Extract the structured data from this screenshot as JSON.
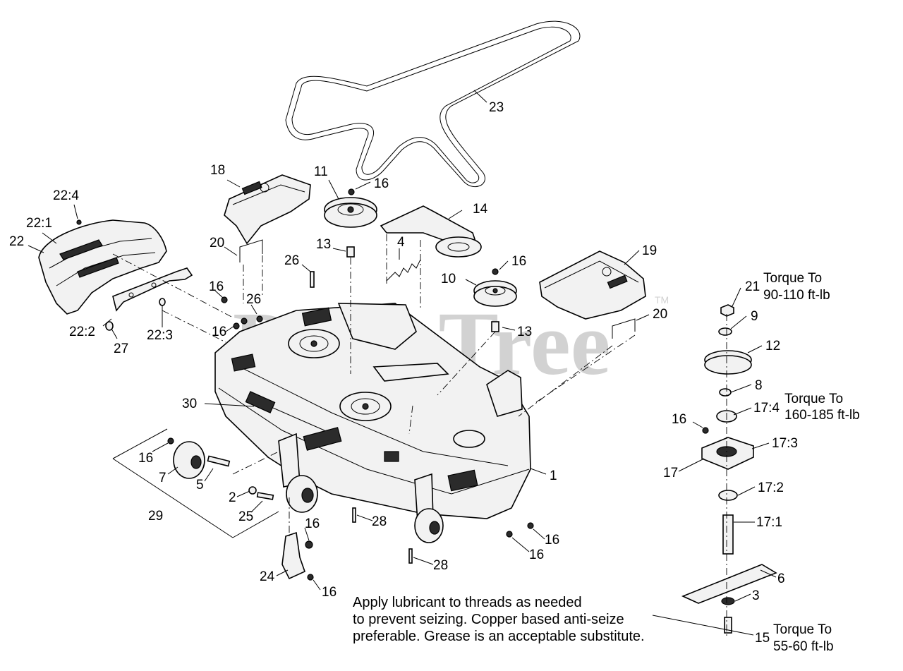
{
  "watermark": {
    "text": "PartsTree",
    "tm": "TM"
  },
  "callouts": [
    {
      "id": "c23",
      "text": "23"
    },
    {
      "id": "c18",
      "text": "18"
    },
    {
      "id": "c11",
      "text": "11"
    },
    {
      "id": "c16a",
      "text": "16"
    },
    {
      "id": "c14",
      "text": "14"
    },
    {
      "id": "c22_4",
      "text": "22:4"
    },
    {
      "id": "c22_1",
      "text": "22:1"
    },
    {
      "id": "c22",
      "text": "22"
    },
    {
      "id": "c20a",
      "text": "20"
    },
    {
      "id": "c13a",
      "text": "13"
    },
    {
      "id": "c4",
      "text": "4"
    },
    {
      "id": "c26a",
      "text": "26"
    },
    {
      "id": "c19",
      "text": "19"
    },
    {
      "id": "c16b",
      "text": "16"
    },
    {
      "id": "c10",
      "text": "10"
    },
    {
      "id": "c16c",
      "text": "16"
    },
    {
      "id": "c26b",
      "text": "26"
    },
    {
      "id": "c16d",
      "text": "16"
    },
    {
      "id": "c22_2",
      "text": "22:2"
    },
    {
      "id": "c27",
      "text": "27"
    },
    {
      "id": "c22_3",
      "text": "22:3"
    },
    {
      "id": "c13b",
      "text": "13"
    },
    {
      "id": "c20b",
      "text": "20"
    },
    {
      "id": "c21",
      "text": "21"
    },
    {
      "id": "c9",
      "text": "9"
    },
    {
      "id": "c12",
      "text": "12"
    },
    {
      "id": "c8",
      "text": "8"
    },
    {
      "id": "c30",
      "text": "30"
    },
    {
      "id": "c17_4",
      "text": "17:4"
    },
    {
      "id": "c16e",
      "text": "16"
    },
    {
      "id": "c17_3",
      "text": "17:3"
    },
    {
      "id": "c17",
      "text": "17"
    },
    {
      "id": "c16f",
      "text": "16"
    },
    {
      "id": "c7",
      "text": "7"
    },
    {
      "id": "c5",
      "text": "5"
    },
    {
      "id": "c1",
      "text": "1"
    },
    {
      "id": "c2",
      "text": "2"
    },
    {
      "id": "c25",
      "text": "25"
    },
    {
      "id": "c29",
      "text": "29"
    },
    {
      "id": "c17_2",
      "text": "17:2"
    },
    {
      "id": "c28a",
      "text": "28"
    },
    {
      "id": "c16g",
      "text": "16"
    },
    {
      "id": "c17_1",
      "text": "17:1"
    },
    {
      "id": "c16h",
      "text": "16"
    },
    {
      "id": "c16i",
      "text": "16"
    },
    {
      "id": "c28b",
      "text": "28"
    },
    {
      "id": "c6",
      "text": "6"
    },
    {
      "id": "c24",
      "text": "24"
    },
    {
      "id": "c16j",
      "text": "16"
    },
    {
      "id": "c3",
      "text": "3"
    },
    {
      "id": "c15",
      "text": "15"
    }
  ],
  "torque_notes": [
    {
      "id": "t1",
      "line1": "Torque To",
      "line2": "90-110 ft-lb"
    },
    {
      "id": "t2",
      "line1": "Torque To",
      "line2": "160-185 ft-lb"
    },
    {
      "id": "t3",
      "line1": "Torque To",
      "line2": "55-60 ft-lb"
    }
  ],
  "lubricant_note": {
    "line1": "Apply lubricant to threads as needed",
    "line2": "to prevent seizing. Copper based anti-seize",
    "line3": "preferable. Grease is an acceptable substitute."
  }
}
